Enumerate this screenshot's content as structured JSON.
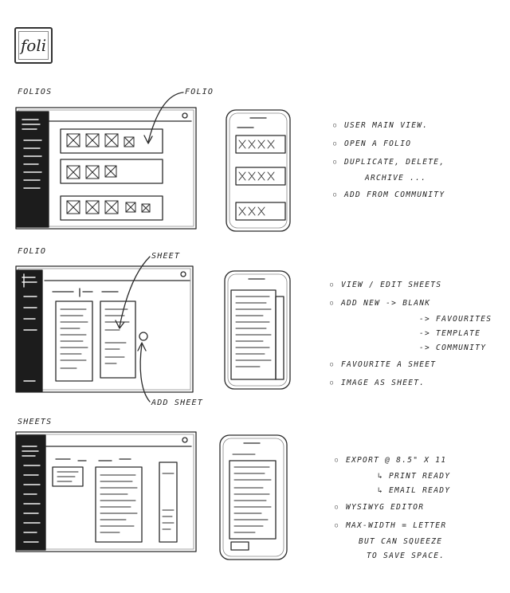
{
  "logo": {
    "text": "foli"
  },
  "sections": [
    {
      "label": "Folios",
      "callout": "Folio",
      "notes": [
        {
          "text": "User main view.",
          "kind": "bullet"
        },
        {
          "text": "Open a folio",
          "kind": "bullet"
        },
        {
          "text": "Duplicate, delete,",
          "kind": "bullet"
        },
        {
          "text": "archive ...",
          "kind": "cont"
        },
        {
          "text": "Add from community",
          "kind": "bullet"
        }
      ]
    },
    {
      "label": "Folio",
      "callout": "Sheet",
      "callout2": "Add sheet",
      "notes": [
        {
          "text": "View / edit sheets",
          "kind": "bullet"
        },
        {
          "text": "Add new -> Blank",
          "kind": "bullet"
        },
        {
          "text": "-> Favourites",
          "kind": "sub"
        },
        {
          "text": "-> Template",
          "kind": "sub"
        },
        {
          "text": "-> Community",
          "kind": "sub"
        },
        {
          "text": "Favourite a sheet",
          "kind": "bullet"
        },
        {
          "text": "Image as sheet.",
          "kind": "bullet"
        }
      ]
    },
    {
      "label": "Sheets",
      "notes": [
        {
          "text": "Export @ 8.5\" x 11",
          "kind": "bullet"
        },
        {
          "text": "↳ Print ready",
          "kind": "sub"
        },
        {
          "text": "↳ Email ready",
          "kind": "sub"
        },
        {
          "text": "WYSIWYG editor",
          "kind": "bullet"
        },
        {
          "text": "Max-width = letter",
          "kind": "bullet"
        },
        {
          "text": "but can squeeze",
          "kind": "cont"
        },
        {
          "text": "to save space.",
          "kind": "cont"
        }
      ]
    }
  ]
}
